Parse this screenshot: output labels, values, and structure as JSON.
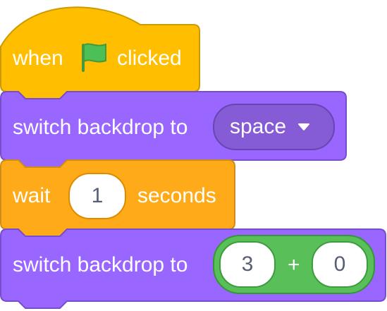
{
  "colors": {
    "events": "#ffbf00",
    "looks": "#9966ff",
    "control": "#ffab19",
    "operators": "#59c059",
    "flag": "#4cbf56"
  },
  "block_when_flag": {
    "label_before": "when",
    "icon": "green-flag-icon",
    "label_after": "clicked"
  },
  "block_switch_1": {
    "label": "switch backdrop to",
    "dropdown_value": "space",
    "dropdown_icon": "triangle-down-icon"
  },
  "block_wait": {
    "label_before": "wait",
    "input_value": "1",
    "label_after": "seconds"
  },
  "block_switch_2": {
    "label": "switch backdrop to",
    "operator": {
      "left_value": "3",
      "sign": "+",
      "right_value": "0"
    }
  }
}
